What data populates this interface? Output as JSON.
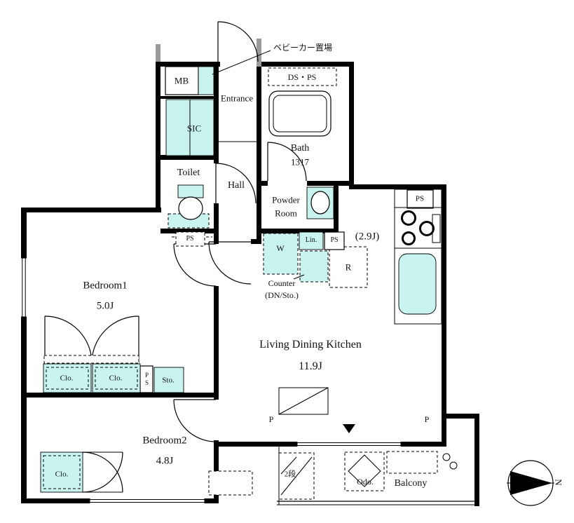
{
  "colors": {
    "fixture": "#c9f3ee",
    "wall": "#000000"
  },
  "rooms": {
    "entrance": "Entrance",
    "hall": "Hall",
    "toilet": "Toilet",
    "bath": "Bath",
    "bath_size": "1317",
    "powder_line1": "Powder",
    "powder_line2": "Room",
    "kitchen_size": "(2.9J)",
    "ldk": "Living Dining Kitchen",
    "ldk_size": "11.9J",
    "bedroom1": "Bedroom1",
    "bedroom1_size": "5.0J",
    "bedroom2": "Bedroom2",
    "bedroom2_size": "4.8J",
    "balcony": "Balcony"
  },
  "fixtures": {
    "mb": "MB",
    "sic": "SIC",
    "ds_ps": "DS・PS",
    "ps": "PS",
    "washer": "W",
    "linen": "Lin.",
    "fridge": "R",
    "counter_line1": "Counter",
    "counter_line2": "(DN/Sto.)",
    "closet": "Clo.",
    "storage": "Sto.",
    "stroller": "ベビーカー置場",
    "two_tier": "2段",
    "odo": "Odo.",
    "pillar": "P"
  },
  "compass": {
    "north": "N"
  }
}
